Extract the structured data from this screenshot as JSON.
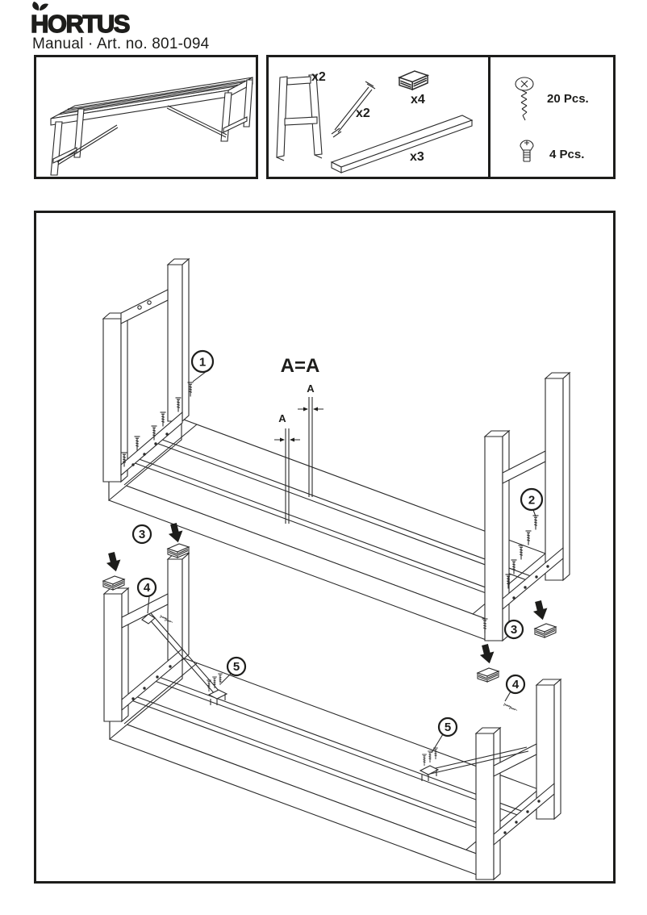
{
  "header": {
    "brand": "HORTUS",
    "subtitle": "Manual · Art. no. 801-094"
  },
  "overview": {
    "parts": {
      "leg_frame_qty": "x2",
      "brace_qty": "x2",
      "cap_qty": "x4",
      "plank_qty": "x3"
    },
    "hardware": {
      "long_screw_qty": "20 Pcs.",
      "short_screw_qty": "4 Pcs."
    }
  },
  "assembly": {
    "dimension_note": "A=A",
    "dimension_letter": "A",
    "callouts": {
      "c1": "1",
      "c2": "2",
      "c3": "3",
      "c4": "4",
      "c5": "5"
    }
  },
  "colors": {
    "ink": "#1d1d1b",
    "paper": "#ffffff"
  }
}
